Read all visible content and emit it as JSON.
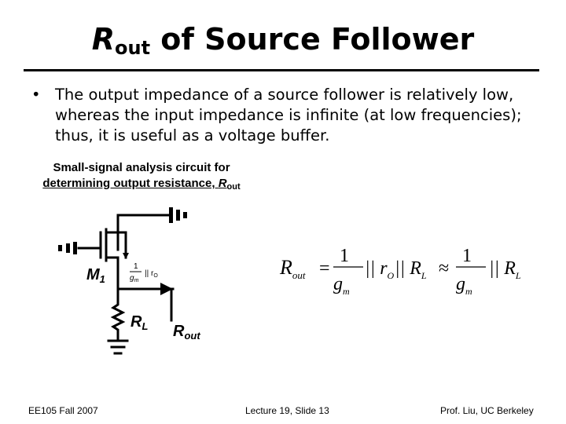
{
  "title": {
    "rout_main": "R",
    "rout_sub": "out",
    "rest": " of Source Follower"
  },
  "bullet": {
    "marker": "•",
    "text": "The output impedance of a source follower is relatively low, whereas the input impedance is infinite (at low frequencies); thus, it is useful as a voltage buffer."
  },
  "caption": {
    "line1": "Small-signal analysis circuit for",
    "line2_prefix": "determining output resistance, ",
    "line2_r": "R",
    "line2_sub": "out"
  },
  "circuit": {
    "transistor_main": "M",
    "transistor_sub": "1",
    "inner_num": "1",
    "inner_den": "g",
    "inner_den_sub": "m",
    "inner_par": "|| r",
    "inner_par_sub": "O",
    "load_main": "R",
    "load_sub": "L",
    "out_main": "R",
    "out_sub": "out"
  },
  "formula": {
    "lhs_main": "R",
    "lhs_sub": "out",
    "eq": "=",
    "num1": "1",
    "den1": "g",
    "den1_sub": "m",
    "mid": "|| r",
    "mid_sub": "O",
    "par2": "|| R",
    "par2_sub": "L",
    "approx": "≈",
    "num2": "1",
    "den2": "g",
    "den2_sub": "m",
    "par3": "|| R",
    "par3_sub": "L"
  },
  "footer": {
    "left": "EE105 Fall 2007",
    "middle": "Lecture 19, Slide 13",
    "right": "Prof. Liu, UC Berkeley"
  }
}
